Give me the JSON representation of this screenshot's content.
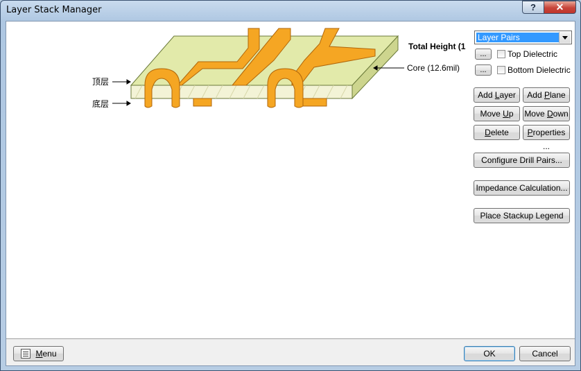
{
  "window": {
    "title": "Layer Stack Manager"
  },
  "titlebar": {
    "help_label": "?",
    "close_label": "✕"
  },
  "diagram": {
    "total_height_label": "Total Height (1",
    "core_label": "Core (12.6mil)",
    "top_layer_label": "顶层",
    "bottom_layer_label": "底层",
    "colors": {
      "dielectric": "#e2eaaa",
      "copper": "#f5a623",
      "copper_dark": "#d68512",
      "core_edge": "#f3f3d6"
    }
  },
  "panel": {
    "layer_pairs_select": "Layer Pairs",
    "top_dielectric_button": "...",
    "top_dielectric_label": "Top Dielectric",
    "bottom_dielectric_button": "...",
    "bottom_dielectric_label": "Bottom Dielectric",
    "add_layer_a": "Add ",
    "add_layer_u": "L",
    "add_layer_b": "ayer",
    "add_plane_a": "Add ",
    "add_plane_u": "P",
    "add_plane_b": "lane",
    "move_up_a": "Move ",
    "move_up_u": "U",
    "move_up_b": "p",
    "move_down_a": "Move ",
    "move_down_u": "D",
    "move_down_b": "own",
    "delete_u": "D",
    "delete_b": "elete",
    "properties_u": "P",
    "properties_b": "roperties ...",
    "configure_drill_pairs": "Configure Drill Pairs...",
    "impedance_calculation": "Impedance Calculation...",
    "place_stackup_legend": "Place Stackup Legend"
  },
  "footer": {
    "menu_u": "M",
    "menu_b": "enu",
    "ok_label": "OK",
    "cancel_label": "Cancel"
  }
}
